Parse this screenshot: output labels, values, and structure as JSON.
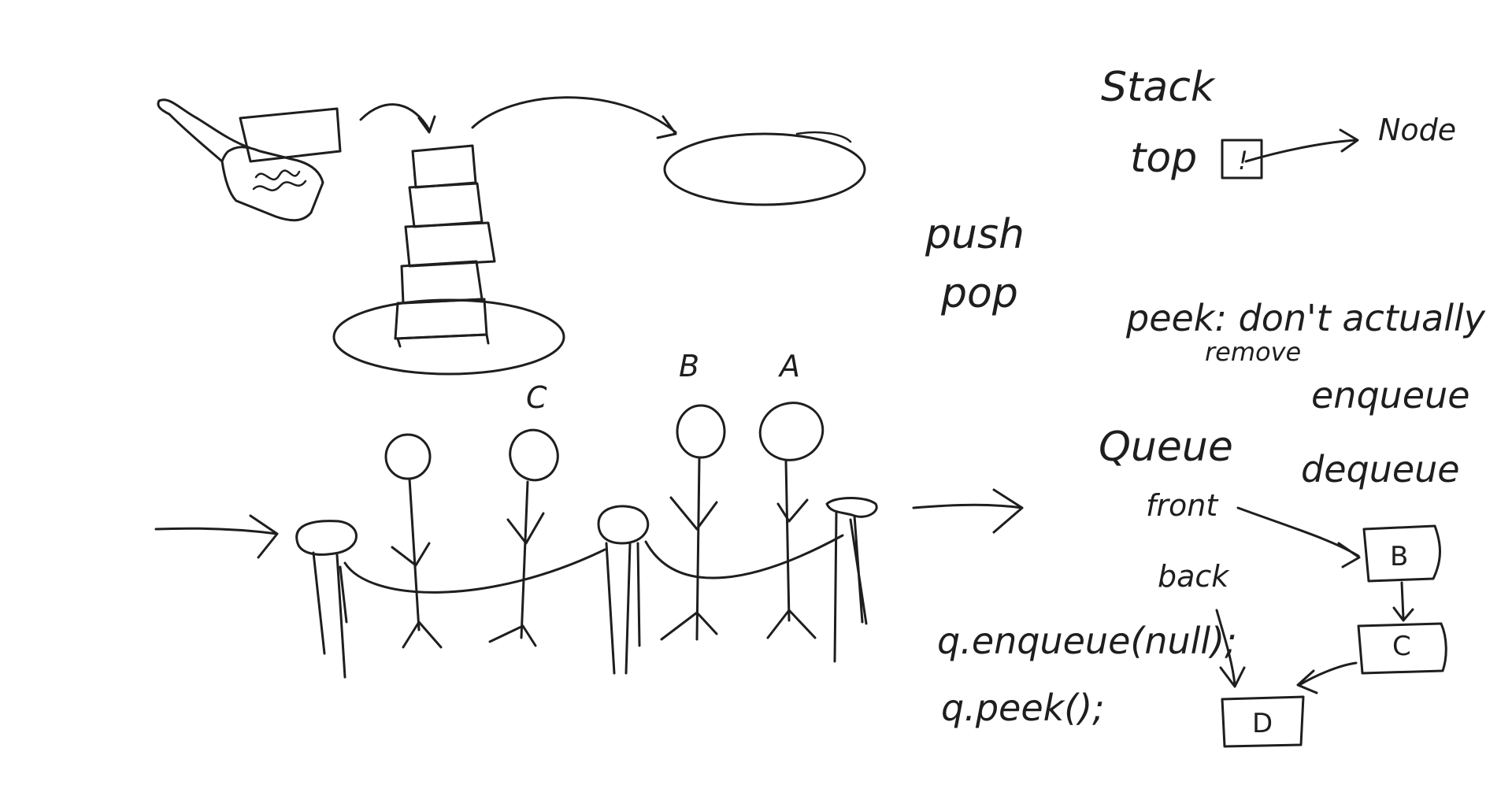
{
  "stack": {
    "title": "Stack",
    "top_label": "top",
    "top_pointer_symbol": "!",
    "node_label": "Node",
    "operations": [
      "push",
      "pop"
    ],
    "peek_note_line1": "peek: don't actually",
    "peek_note_line2": "remove"
  },
  "queue": {
    "title": "Queue",
    "front_label": "front",
    "back_label": "back",
    "operations": [
      "enqueue",
      "dequeue"
    ],
    "people": [
      "C",
      "B",
      "A"
    ],
    "nodes": [
      "B",
      "C",
      "D"
    ],
    "code": [
      "q.enqueue(null);",
      "q.peek();"
    ]
  }
}
